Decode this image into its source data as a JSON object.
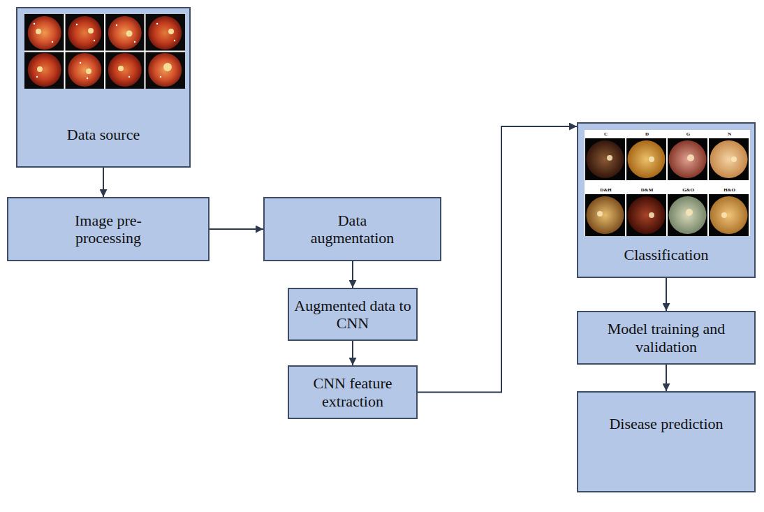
{
  "diagram": {
    "nodes": [
      {
        "text": [
          "Data source"
        ]
      },
      {
        "text": [
          "Image pre-processing"
        ]
      },
      {
        "text": [
          "Data augmentation"
        ]
      },
      {
        "text": [
          "Augmented data to CNN"
        ]
      },
      {
        "text": [
          "CNN feature extraction"
        ]
      },
      {
        "text": [
          "Classification"
        ]
      },
      {
        "text": [
          "Model training and validation"
        ]
      },
      {
        "text": [
          "Disease prediction"
        ]
      }
    ],
    "edges": [
      {
        "from": 0,
        "to": 1,
        "arrow": "to"
      },
      {
        "from": 1,
        "to": 2,
        "arrow": "to"
      },
      {
        "from": 2,
        "to": 3,
        "arrow": "to"
      },
      {
        "from": 3,
        "to": 4,
        "arrow": "to"
      },
      {
        "from": 4,
        "to": 5,
        "arrow": "to"
      },
      {
        "from": 5,
        "to": 6,
        "arrow": "to"
      },
      {
        "from": 6,
        "to": 7,
        "arrow": "to"
      }
    ],
    "labels": [
      "C",
      "D",
      "G",
      "N",
      "D&H",
      "D&M",
      "G&O",
      "H&O"
    ]
  }
}
